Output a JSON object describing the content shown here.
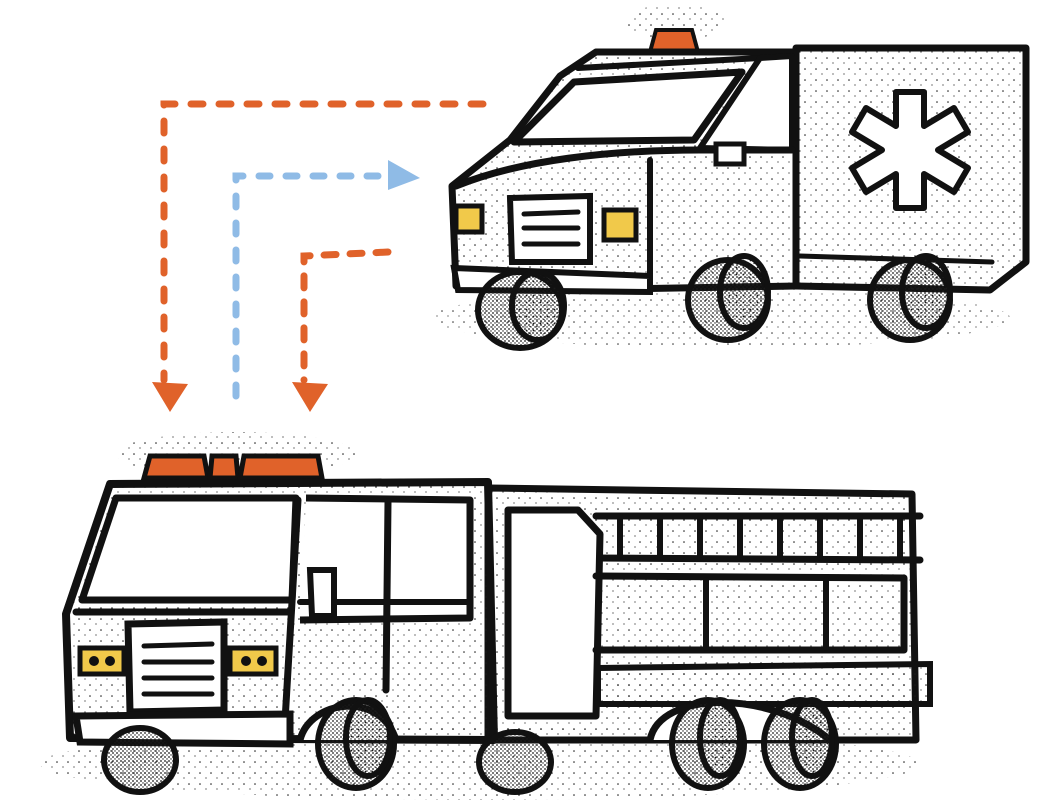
{
  "colors": {
    "ink": "#111111",
    "background": "#ffffff",
    "accent_orange": "#e0622a",
    "accent_blue": "#8fbbe6",
    "headlight_yellow": "#f1c94a",
    "stipple": "#1a1a1a"
  },
  "illustration": {
    "subjects": [
      "ambulance",
      "fire-truck"
    ],
    "routes": [
      {
        "name": "outer-route",
        "color_key": "accent_orange",
        "direction": "ambulance-to-fire-truck"
      },
      {
        "name": "middle-route",
        "color_key": "accent_blue",
        "direction": "fire-truck-to-ambulance"
      },
      {
        "name": "inner-route",
        "color_key": "accent_orange",
        "direction": "ambulance-to-fire-truck"
      }
    ],
    "ambulance_emblem_icon": "star-of-life-icon",
    "siren_light_icon": "siren-icon"
  }
}
